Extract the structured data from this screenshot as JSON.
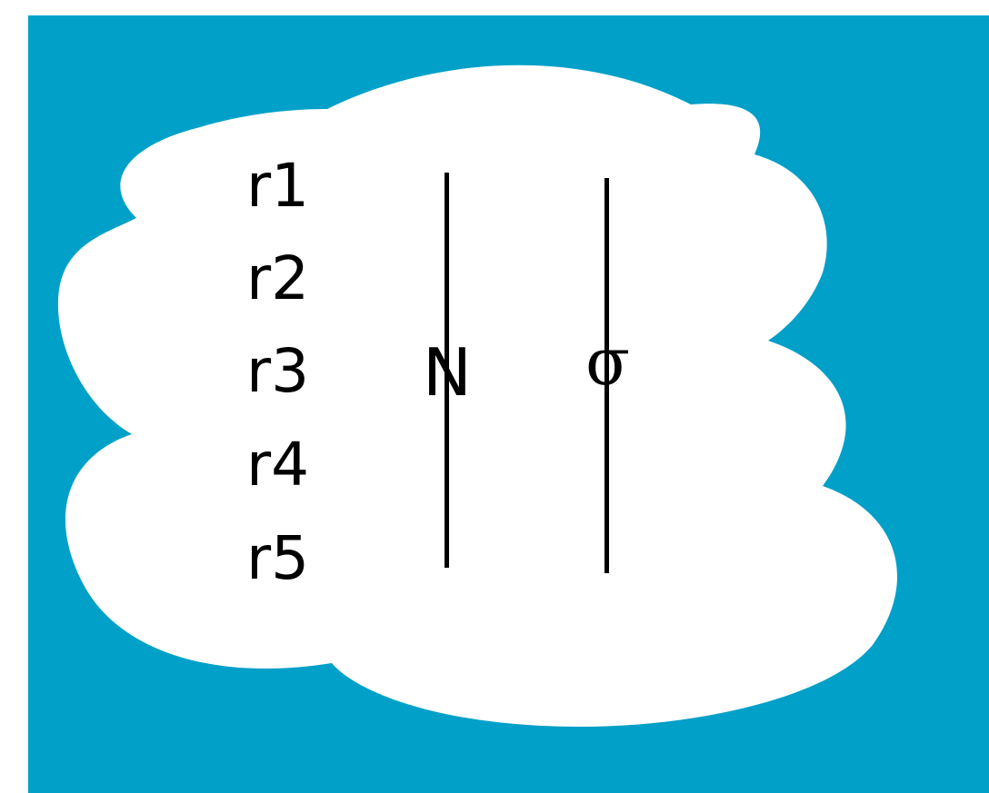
{
  "colors": {
    "background": "#00A0C8",
    "cloud": "#FFFFFF",
    "ink": "#000000"
  },
  "rows": [
    "r1",
    "r2",
    "r3",
    "r4",
    "r5"
  ],
  "columns": [
    {
      "symbol": "N"
    },
    {
      "symbol": "σ"
    }
  ]
}
